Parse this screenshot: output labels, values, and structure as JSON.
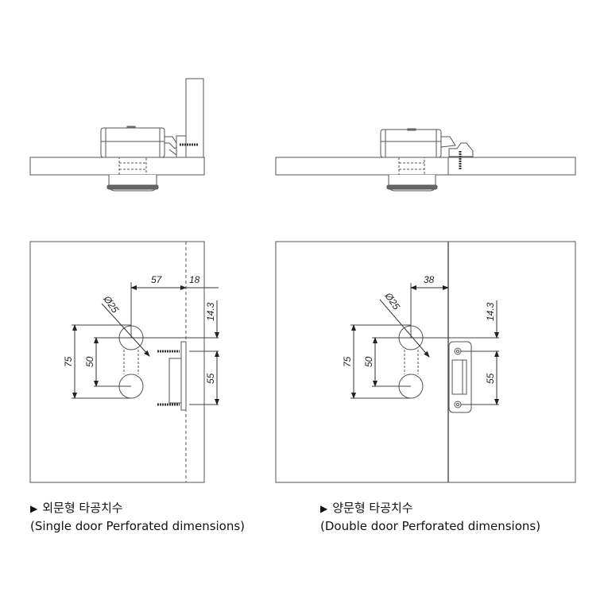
{
  "single": {
    "caption_title": "외문형 타공치수",
    "caption_subtitle": "(Single door Perforated dimensions)",
    "dimensions": {
      "offset_to_edge": "57",
      "door_thickness": "18",
      "hole_diameter": "Ø25",
      "outer_span": "75",
      "hole_spacing": "50",
      "top_offset": "14.3",
      "screw_spacing": "55"
    }
  },
  "double": {
    "caption_title": "양문형 타공치수",
    "caption_subtitle": "(Double door Perforated dimensions)",
    "dimensions": {
      "offset_to_edge": "38",
      "hole_diameter": "Ø25",
      "outer_span": "75",
      "hole_spacing": "50",
      "top_offset": "14.3",
      "screw_spacing": "55"
    }
  },
  "bullet_glyph": "▶",
  "colors": {
    "line": "#555555",
    "text": "#222222",
    "background": "#ffffff"
  }
}
